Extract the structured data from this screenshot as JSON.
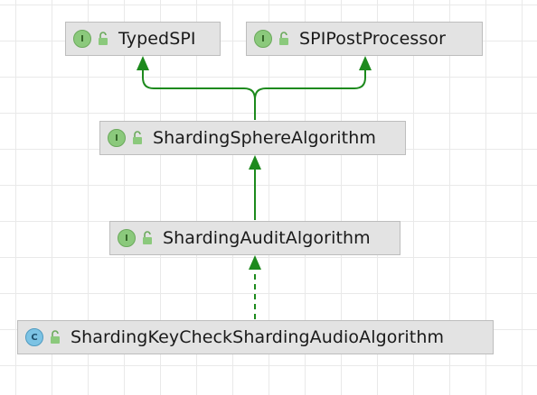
{
  "diagram": {
    "nodes": [
      {
        "id": "typedspi",
        "name": "TypedSPI",
        "kind": "interface",
        "badge_letter": "I"
      },
      {
        "id": "spipostprocessor",
        "name": "SPIPostProcessor",
        "kind": "interface",
        "badge_letter": "I"
      },
      {
        "id": "shardingspherealgorithm",
        "name": "ShardingSphereAlgorithm",
        "kind": "interface",
        "badge_letter": "I"
      },
      {
        "id": "shardingauditalgorithm",
        "name": "ShardingAuditAlgorithm",
        "kind": "interface",
        "badge_letter": "I"
      },
      {
        "id": "shardingkeycheck",
        "name": "ShardingKeyCheckShardingAudioAlgorithm",
        "kind": "class",
        "badge_letter": "C"
      }
    ],
    "edges": [
      {
        "from": "shardingspherealgorithm",
        "to": "typedspi",
        "type": "extends",
        "style": "solid"
      },
      {
        "from": "shardingspherealgorithm",
        "to": "spipostprocessor",
        "type": "extends",
        "style": "solid"
      },
      {
        "from": "shardingauditalgorithm",
        "to": "shardingspherealgorithm",
        "type": "extends",
        "style": "solid"
      },
      {
        "from": "shardingkeycheck",
        "to": "shardingauditalgorithm",
        "type": "implements",
        "style": "dashed"
      }
    ],
    "colors": {
      "edge": "#1d8a1d",
      "node_fill": "#e3e3e3",
      "node_border": "#bdbdbd",
      "interface_badge": "#8bc97c",
      "class_badge": "#7cc3e4",
      "grid": "#e9e9e9"
    },
    "icons": {
      "interface_badge": "interface-badge-icon",
      "class_badge": "class-badge-icon",
      "visibility": "public-unlocked-icon"
    }
  }
}
